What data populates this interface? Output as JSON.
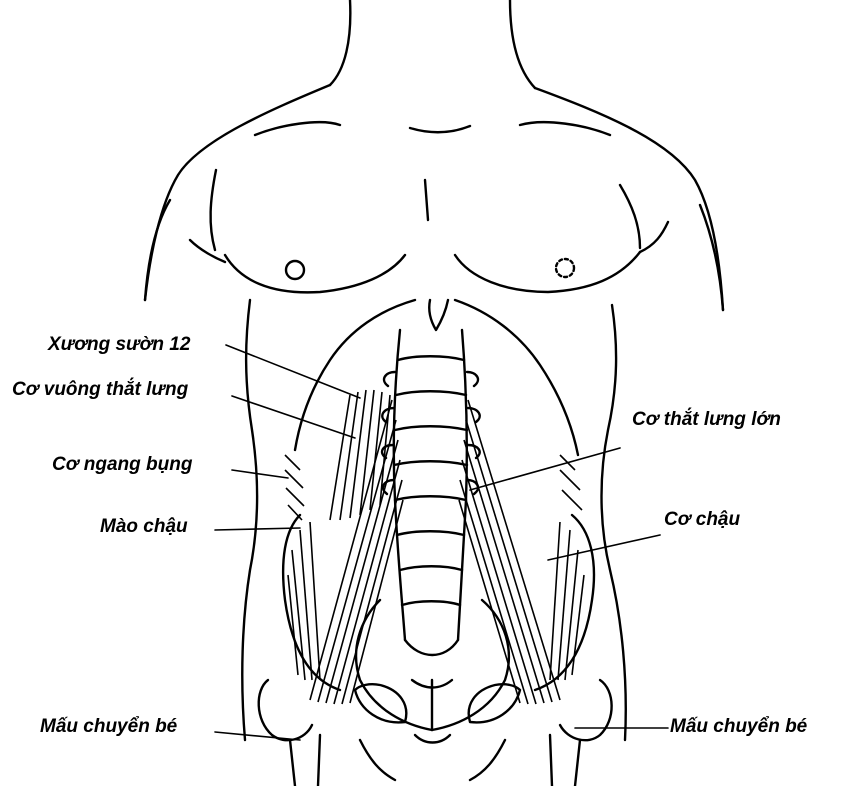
{
  "labels": {
    "rib12": "Xương sườn 12",
    "quadratus": "Cơ vuông thắt lưng",
    "transversus": "Cơ ngang bụng",
    "iliac_crest": "Mào chậu",
    "lesser_trochanter_left": "Mấu chuyển bé",
    "psoas_major": "Cơ thắt lưng lớn",
    "iliacus": "Cơ chậu",
    "lesser_trochanter_right": "Mấu chuyển bé"
  },
  "colors": {
    "ink": "#000000",
    "paper": "#ffffff"
  }
}
